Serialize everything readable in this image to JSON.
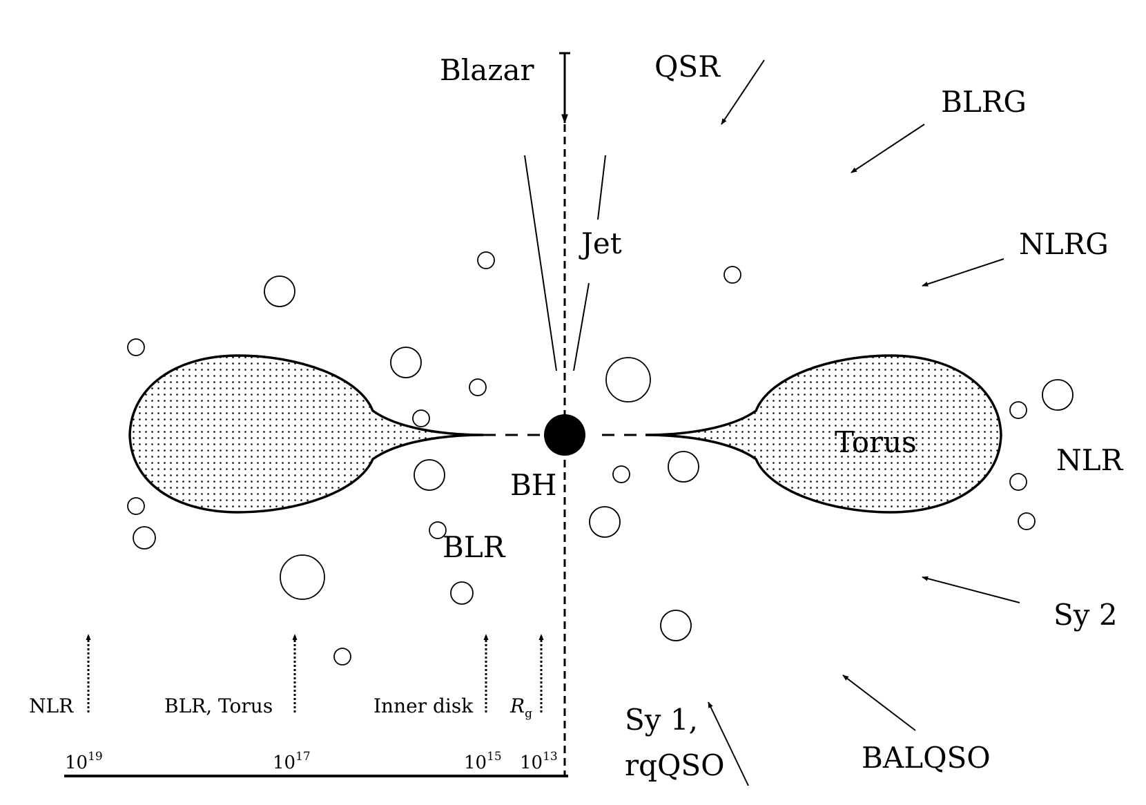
{
  "labels": {
    "blazar": "Blazar",
    "qsr": "QSR",
    "blrg": "BLRG",
    "nlrg": "NLRG",
    "jet": "Jet",
    "torus": "Torus",
    "nlr_right": "NLR",
    "bh": "BH",
    "blr": "BLR",
    "sy2": "Sy 2",
    "sy1_line1": "Sy 1,",
    "sy1_line2": "rqQSO",
    "balqso": "BALQSO"
  },
  "scale": {
    "markers": {
      "nlr": "NLR",
      "blr_torus": "BLR, Torus",
      "inner_disk": "Inner disk",
      "rg_main": "R",
      "rg_sub": "g"
    },
    "ticks": [
      {
        "base": "10",
        "exp": "19"
      },
      {
        "base": "10",
        "exp": "17"
      },
      {
        "base": "10",
        "exp": "15"
      },
      {
        "base": "10",
        "exp": "13"
      }
    ]
  }
}
